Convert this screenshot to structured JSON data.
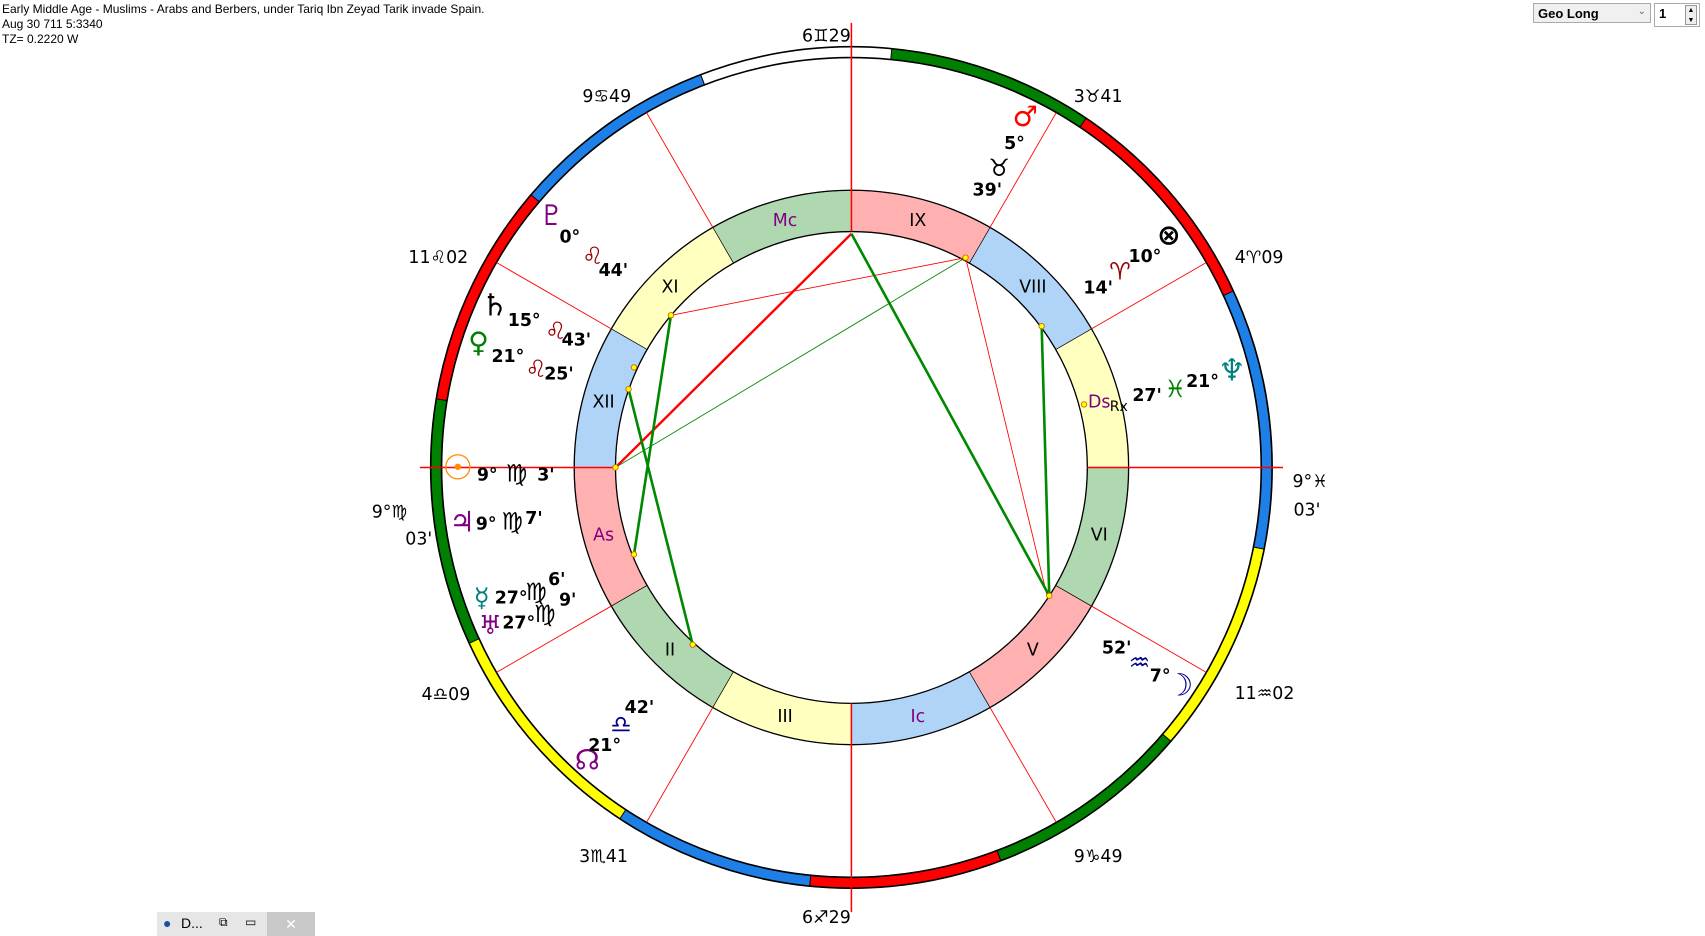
{
  "header": {
    "title": "Early Middle Age - Muslims - Arabs and Berbers, under Tariq Ibn Zeyad Tarik invade Spain.",
    "date": "Aug 30 711 5:3340",
    "tz": "TZ=  0.2220 W"
  },
  "controls": {
    "mode_select": "Geo Long",
    "spinner_value": "1"
  },
  "taskbar": {
    "label": "D...",
    "restore": "⧉",
    "maximize": "▭",
    "close": "✕"
  },
  "colors": {
    "fire": "#ff0000",
    "earth": "#008000",
    "air": "#ffff00",
    "water": "#1e7fe6",
    "house_fire": "#ffb0b0",
    "house_earth": "#b0d8b0",
    "house_air": "#ffffc0",
    "house_water": "#b0d4f8"
  },
  "houses": [
    "As",
    "II",
    "III",
    "Ic",
    "V",
    "VI",
    "Ds",
    "VIII",
    "IX",
    "Mc",
    "XI",
    "XII"
  ],
  "cusps": [
    {
      "house": "1",
      "text1": "9°♍",
      "text2": "03'"
    },
    {
      "house": "2",
      "text1": "4♎09"
    },
    {
      "house": "3",
      "text1": "3♏41"
    },
    {
      "house": "4",
      "text1": "6♐29"
    },
    {
      "house": "5",
      "text1": "9♑49"
    },
    {
      "house": "6",
      "text1": "11♒02"
    },
    {
      "house": "7",
      "text1": "9°♓",
      "text2": "03'"
    },
    {
      "house": "8",
      "text1": "4♈09"
    },
    {
      "house": "9",
      "text1": "3♉41"
    },
    {
      "house": "10",
      "text1": "6♊29"
    },
    {
      "house": "11",
      "text1": "9♋49"
    },
    {
      "house": "12",
      "text1": "11♌02"
    }
  ],
  "planets": [
    {
      "name": "pluto",
      "glyph": "♇",
      "deg": "0°",
      "sign": "♌",
      "min": "44'",
      "color": "#800080",
      "sign_color": "#990000"
    },
    {
      "name": "saturn",
      "glyph": "♄",
      "deg": "15°",
      "sign": "♌",
      "min": "43'",
      "color": "#000000",
      "sign_color": "#990000"
    },
    {
      "name": "venus",
      "glyph": "♀",
      "deg": "21°",
      "sign": "♌",
      "min": "25'",
      "color": "#008000",
      "sign_color": "#990000"
    },
    {
      "name": "sun",
      "glyph": "☉",
      "deg": "9°",
      "sign": "♍",
      "min": "3'",
      "color": "#ff8c00",
      "sign_color": "#000000"
    },
    {
      "name": "jupiter",
      "glyph": "♃",
      "deg": "9°",
      "sign": "♍",
      "min": "7'",
      "color": "#800080",
      "sign_color": "#000000"
    },
    {
      "name": "mercury",
      "glyph": "☿",
      "deg": "27°",
      "sign": "♍",
      "min": "6'",
      "color": "#008080",
      "sign_color": "#000000"
    },
    {
      "name": "uranus",
      "glyph": "♅",
      "deg": "27°",
      "sign": "♍",
      "min": "9'",
      "color": "#800080",
      "sign_color": "#000000"
    },
    {
      "name": "north-node",
      "glyph": "☊",
      "deg": "21°",
      "sign": "♎",
      "min": "42'",
      "color": "#800080",
      "sign_color": "#00008b"
    },
    {
      "name": "moon",
      "glyph": "☽",
      "deg": "7°",
      "sign": "♒",
      "min": "52'",
      "color": "#00008b",
      "sign_color": "#00008b"
    },
    {
      "name": "neptune",
      "glyph": "♆",
      "deg": "21°",
      "sign": "♓",
      "min": "27'",
      "color": "#008080",
      "sign_color": "#008000"
    },
    {
      "name": "part-of-fortune",
      "glyph": "⊗",
      "deg": "10°",
      "sign": "♈",
      "min": "14'",
      "color": "#000000",
      "sign_color": "#990000"
    },
    {
      "name": "mars",
      "glyph": "♂",
      "deg": "5°",
      "sign": "♉",
      "min": "39'",
      "color": "#ff0000",
      "sign_color": "#000000"
    }
  ],
  "retrograde_marker": "Rx"
}
